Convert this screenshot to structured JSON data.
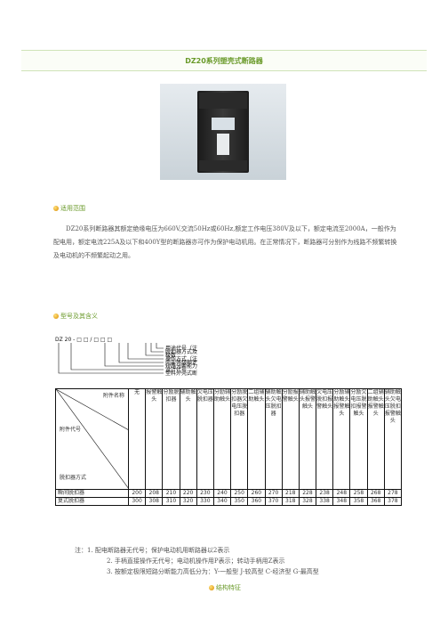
{
  "title": "DZ20系列塑壳式断路器",
  "sections": {
    "scope": "适用范围",
    "model": "型号及其含义",
    "structure": "结构特征"
  },
  "scope_text": "DZ20系列断路器其额定绝缘电压为660V,交流50Hz或60Hz,额定工作电压380V及以下，额定电流至2000A，一般作为配电用，额定电流225A及以下和400Y型的断路器亦可作为保护电动机用。在正常情况下，断路器可分别作为线路不频繁转换及电动机的不频繁起动之用。",
  "model_code": "DZ 20 - □ □ / □ □ □",
  "model_parts": [
    "用途代号（注1）",
    "脱扣器方式及附件代号（见表）",
    "极数",
    "操作方式（注2）",
    "壳架等级额定电流",
    "短路分断能力级别(注3)",
    "设计代号",
    "塑料外壳式断路器"
  ],
  "table": {
    "corner_top": "附件名称",
    "corner_mid": "附件代号",
    "corner_bottom": "脱扣器方式",
    "columns": [
      "无",
      "报警触头",
      "分励脱扣器",
      "辅助触头",
      "欠电压脱扣器",
      "分励辅助触头",
      "分励脱扣器欠电压脱扣器",
      "二组辅助触头",
      "辅助触头欠电压脱扣器",
      "分励报警触头",
      "辅助触头报警触头",
      "欠电压脱扣报警触头",
      "分励辅助触头报警触头",
      "分励欠电压脱扣报警触头",
      "二组辅助触头报警触头",
      "辅助触头欠电压脱扣报警触头"
    ],
    "rows": [
      {
        "label": "瞬间脱扣器",
        "values": [
          "200",
          "208",
          "210",
          "220",
          "230",
          "240",
          "250",
          "260",
          "270",
          "218",
          "228",
          "238",
          "248",
          "258",
          "268",
          "278"
        ]
      },
      {
        "label": "复式脱扣器",
        "values": [
          "300",
          "308",
          "310",
          "320",
          "330",
          "340",
          "350",
          "360",
          "370",
          "318",
          "328",
          "338",
          "348",
          "358",
          "368",
          "378"
        ]
      }
    ]
  },
  "notes": [
    "注：1. 配电断路器无代号；保护电动机用断路器以2表示",
    "2. 手柄直接操作无代号；电动机操作用P表示；转动手柄用Z表示",
    "3. 按额定极限短路分断能力高低分为：Y-一般型  J-较高型  C-经济型  G-最高型"
  ]
}
